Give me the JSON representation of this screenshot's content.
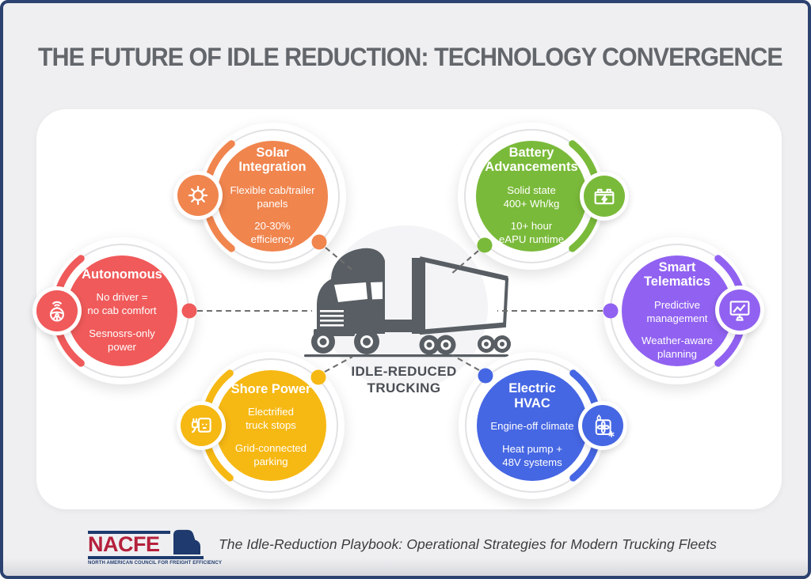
{
  "header": {
    "title": "THE FUTURE OF IDLE REDUCTION: TECHNOLOGY CONVERGENCE"
  },
  "center": {
    "label_line1": "IDLE-REDUCED",
    "label_line2": "TRUCKING"
  },
  "nodes": [
    {
      "id": "solar",
      "title": "Solar\nIntegration",
      "line1": "Flexible cab/trailer\npanels",
      "line2": "20-30%\nefficiency",
      "color": "#F0854E",
      "icon": "sun-icon"
    },
    {
      "id": "battery",
      "title": "Battery\nAdvancements",
      "line1": "Solid state\n400+ Wh/kg",
      "line2": "10+ hour\neAPU runtime",
      "color": "#7ABA3A",
      "icon": "battery-icon"
    },
    {
      "id": "autonomous",
      "title": "Autonomous",
      "line1": "No driver =\nno cab comfort",
      "line2": "Sesnosrs-only\npower",
      "color": "#F05A5A",
      "icon": "steering-wheel-icon"
    },
    {
      "id": "telematics",
      "title": "Smart\nTelematics",
      "line1": "Predictive\nmanagement",
      "line2": "Weather-aware\nplanning",
      "color": "#9162F1",
      "icon": "computer-monitor-icon"
    },
    {
      "id": "shore",
      "title": "Shore Power",
      "line1": "Electrified\ntruck stops",
      "line2": "Grid-connected\nparking",
      "color": "#F6B813",
      "icon": "power-plug-icon"
    },
    {
      "id": "hvac",
      "title": "Electric\nHVAC",
      "line1": "Engine-off climate",
      "line2": "Heat pump +\n48V systems",
      "color": "#4667E3",
      "icon": "hvac-fan-icon"
    }
  ],
  "footer": {
    "logo_text": "NACFE",
    "logo_subtitle": "NORTH AMERICAN COUNCIL FOR FREIGHT EFFICIENCY",
    "tagline": "The Idle-Reduction Playbook: Operational Strategies for Modern Trucking Fleets"
  },
  "colors": {
    "frame_border": "#2C4270",
    "page_background": "#EFEFF1",
    "truck_gray": "#585E63",
    "logo_red": "#B5203C",
    "logo_navy": "#1E3A6E",
    "connector_dash": "#6F6F6F"
  }
}
